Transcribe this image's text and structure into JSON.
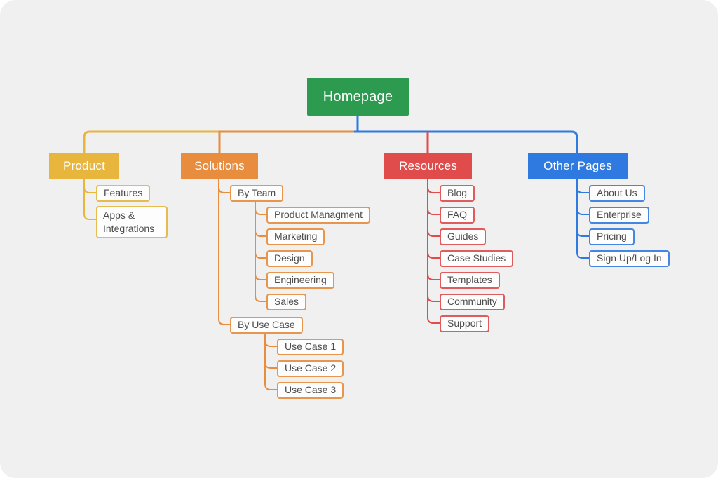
{
  "colors": {
    "background": "#f0f0f1",
    "homepage_green": "#2d9b4f",
    "product_yellow": "#e8b53d",
    "solutions_orange": "#e88c3e",
    "resources_red": "#e04b4b",
    "other_pages_blue": "#2e7ae0",
    "node_text": "#4d4d4d"
  },
  "diagram": {
    "type": "sitemap",
    "root": {
      "label": "Homepage"
    },
    "branches": [
      {
        "label": "Product",
        "color": "#e8b53d",
        "children": [
          {
            "label": "Features"
          },
          {
            "label": "Apps & Integrations"
          }
        ]
      },
      {
        "label": "Solutions",
        "color": "#e88c3e",
        "children": [
          {
            "label": "By Team",
            "children": [
              {
                "label": "Product Managment"
              },
              {
                "label": "Marketing"
              },
              {
                "label": "Design"
              },
              {
                "label": "Engineering"
              },
              {
                "label": "Sales"
              }
            ]
          },
          {
            "label": "By Use Case",
            "children": [
              {
                "label": "Use Case 1"
              },
              {
                "label": "Use Case 2"
              },
              {
                "label": "Use Case 3"
              }
            ]
          }
        ]
      },
      {
        "label": "Resources",
        "color": "#e04b4b",
        "children": [
          {
            "label": "Blog"
          },
          {
            "label": "FAQ"
          },
          {
            "label": "Guides"
          },
          {
            "label": "Case Studies"
          },
          {
            "label": "Templates"
          },
          {
            "label": "Community"
          },
          {
            "label": "Support"
          }
        ]
      },
      {
        "label": "Other Pages",
        "color": "#2e7ae0",
        "children": [
          {
            "label": "About Us"
          },
          {
            "label": "Enterprise"
          },
          {
            "label": "Pricing"
          },
          {
            "label": "Sign Up/Log In"
          }
        ]
      }
    ]
  }
}
